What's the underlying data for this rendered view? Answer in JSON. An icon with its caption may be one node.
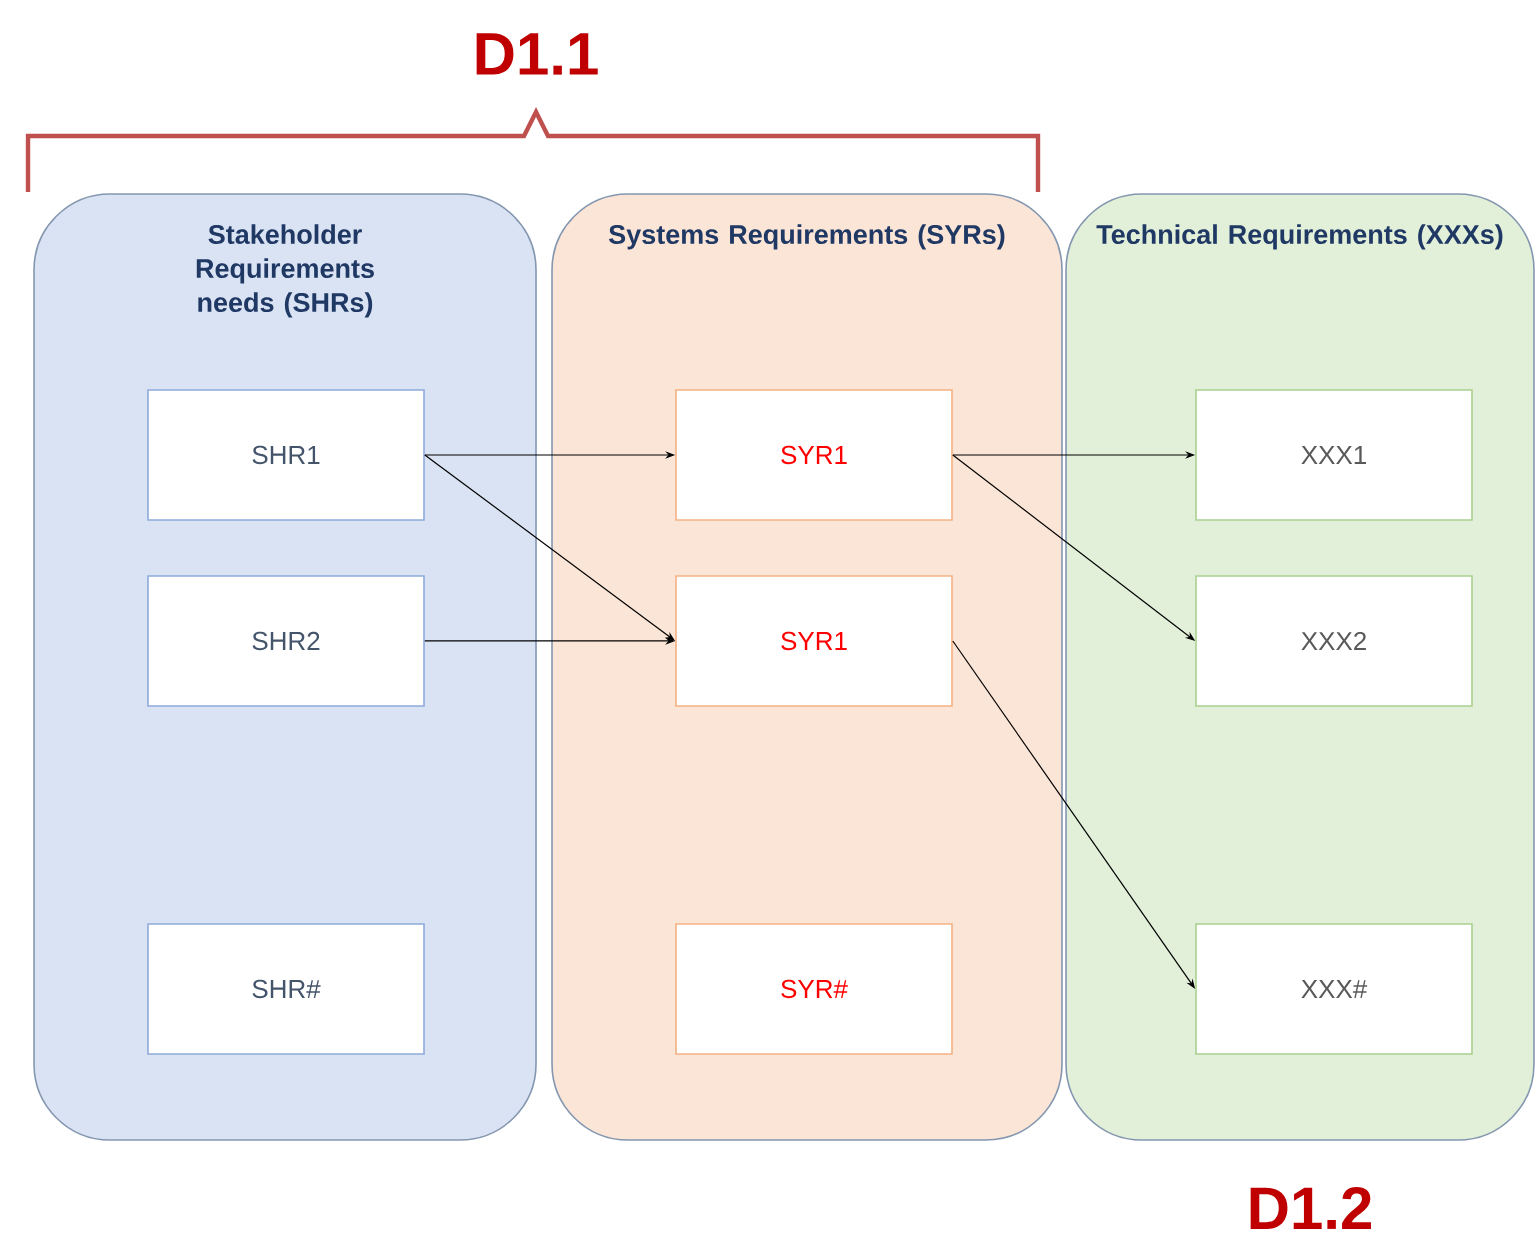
{
  "diagram": {
    "nodes": [
      {
        "text": [
          "Stakeholder Requirements needs (SHRs)"
        ]
      },
      {
        "text": [
          "SHR1"
        ],
        "in": 0
      },
      {
        "text": [
          "SHR2"
        ],
        "in": 0
      },
      {
        "text": [
          "SHR#"
        ],
        "in": 0
      },
      {
        "text": [
          "Systems Requirements (SYRs)"
        ]
      },
      {
        "text": [
          "SYR1"
        ],
        "in": 4
      },
      {
        "text": [
          "SYR1"
        ],
        "in": 4
      },
      {
        "text": [
          "SYR#"
        ],
        "in": 4
      },
      {
        "text": [
          "Technical Requirements (XXXs)"
        ]
      },
      {
        "text": [
          "XXX1"
        ],
        "in": 8
      },
      {
        "text": [
          "XXX2"
        ],
        "in": 8
      },
      {
        "text": [
          "XXX#"
        ],
        "in": 8
      }
    ],
    "edges": [
      {
        "from": 1,
        "to": 5,
        "arrow": "to"
      },
      {
        "from": 1,
        "to": 6,
        "arrow": "to"
      },
      {
        "from": 2,
        "to": 6,
        "arrow": "to"
      },
      {
        "from": 5,
        "to": 9,
        "arrow": "to"
      },
      {
        "from": 5,
        "to": 10,
        "arrow": "to"
      },
      {
        "from": 6,
        "to": 11,
        "arrow": "to"
      }
    ],
    "labels": [
      "D1.1",
      "D1.2"
    ]
  }
}
